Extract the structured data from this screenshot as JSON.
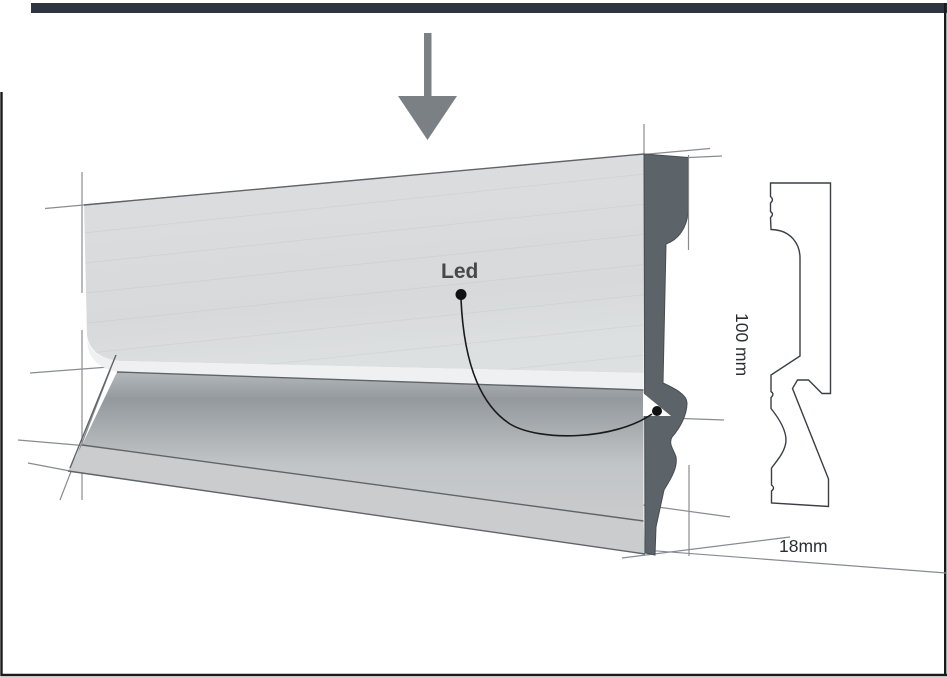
{
  "header": {
    "accent_bar": "top-accent-bar"
  },
  "diagram": {
    "arrow_icon": "down-arrow",
    "led_label": "Led"
  },
  "profile_view": {
    "height_dimension": "100 mm",
    "width_dimension": "18mm"
  },
  "colors": {
    "accent_bar": "#2e3440",
    "front_face": "#dadcde",
    "end_face": "#5c6369",
    "highlight_band": "#eef0f1",
    "bottom_surface": "#cacccd",
    "outline": "#3a3f44",
    "edge_line": "#5f6468",
    "construction_line": "#888c90",
    "arrow": "#7b8084",
    "page_border": "#1a1a1a",
    "leader": "#1a1a1a"
  }
}
